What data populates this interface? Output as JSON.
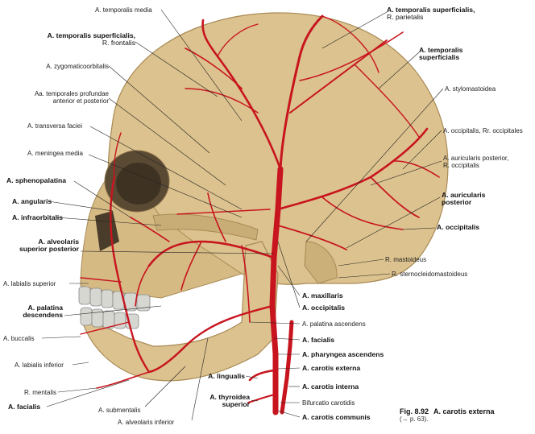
{
  "labels": {
    "temporalis_media": "A. temporalis media",
    "temp_sup_frontalis": "A. temporalis superficialis,",
    "temp_sup_frontalis_sub": "R. frontalis",
    "zygomaticoorbitalis": "A. zygomaticoorbitalis",
    "temporales_profundae": "Aa. temporales profundae",
    "temporales_profundae_sub": "anterior et posterior",
    "transversa_faciei": "A. transversa faciei",
    "meningea_media": "A. meningea media",
    "sphenopalatina": "A. sphenopalatina",
    "angularis": "A. angularis",
    "infraorbitalis": "A. infraorbitalis",
    "alveolaris_sup_post": "A. alveolaris",
    "alveolaris_sup_post_sub": "superior posterior",
    "labialis_superior": "A. labialis superior",
    "palatina_descendens": "A. palatina",
    "palatina_descendens_sub": "descendens",
    "buccalis": "A. buccalis",
    "labialis_inferior": "A. labialis inferior",
    "r_mentalis": "R. mentalis",
    "facialis_left": "A. facialis",
    "submentalis": "A. submentalis",
    "alveolaris_inferior": "A. alveolaris inferior",
    "temp_sup_parietalis": "A. temporalis superficialis,",
    "temp_sup_parietalis_sub": "R. parietalis",
    "temp_superficialis": "A. temporalis",
    "temp_superficialis_sub": "superficialis",
    "stylomastoidea": "A. stylomastoidea",
    "occipitalis_rr": "A. occipitalis, Rr. occipitales",
    "auricularis_post_occ": "A. auricularis posterior,",
    "auricularis_post_occ_sub": "R. occipitalis",
    "auricularis_posterior": "A. auricularis",
    "auricularis_posterior_sub": "posterior",
    "occipitalis_right": "A. occipitalis",
    "r_mastoideus": "R. mastoideus",
    "r_sternocleido": "R. sternocleidomastoideus",
    "maxillaris": "A. maxillaris",
    "occipitalis_center": "A. occipitalis",
    "palatina_ascendens": "A. palatina ascendens",
    "facialis_center": "A. facialis",
    "pharyngea_ascendens": "A. pharyngea ascendens",
    "carotis_externa": "A. carotis externa",
    "lingualis": "A. lingualis",
    "carotis_interna": "A. carotis interna",
    "thyroidea_superior": "A. thyroidea",
    "thyroidea_superior_sub": "superior",
    "bifurcatio": "Bifurcatio carotidis",
    "carotis_communis": "A. carotis communis"
  },
  "caption": {
    "number": "Fig. 8.92",
    "title": "A. carotis externa",
    "ref": "(→ p. 63)."
  },
  "colors": {
    "bone": "#dcc28e",
    "bone_shade": "#b89a62",
    "artery": "#c8141e",
    "teeth": "#d7d7d2",
    "leader": "#222222"
  }
}
